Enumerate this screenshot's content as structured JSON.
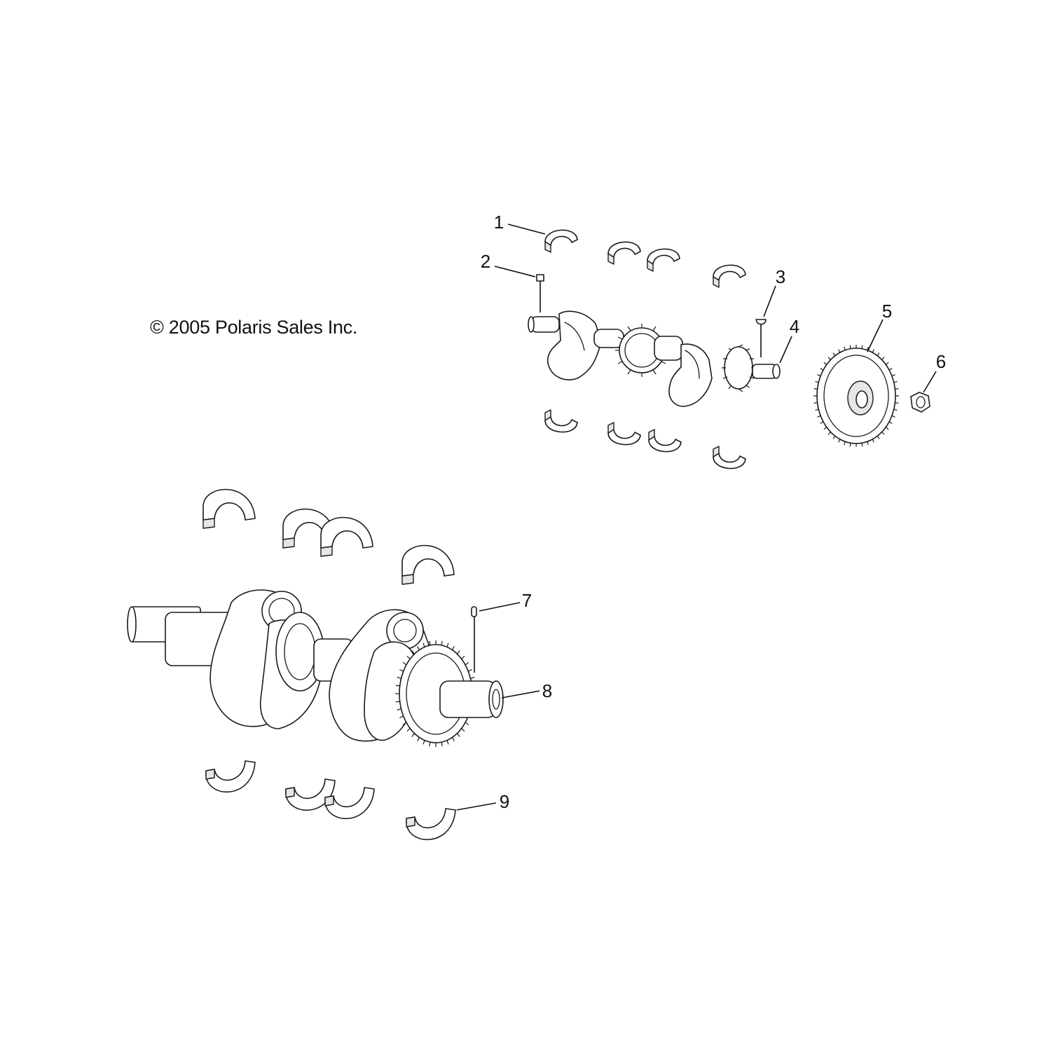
{
  "copyright": "© 2005 Polaris Sales Inc.",
  "callouts": [
    "1",
    "2",
    "3",
    "4",
    "5",
    "6",
    "7",
    "8",
    "9"
  ]
}
